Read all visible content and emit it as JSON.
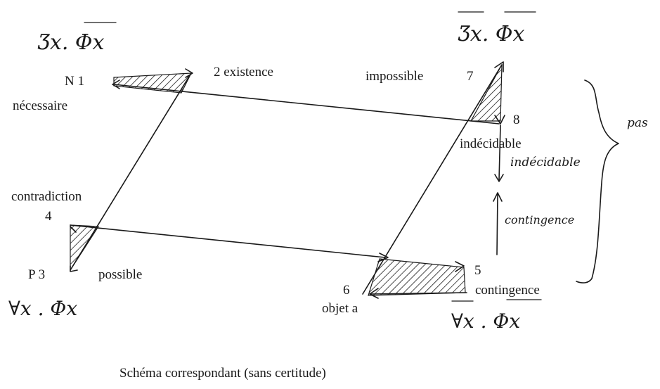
{
  "formulas": {
    "top_left": "Ʒx. Φx",
    "top_right": "Ʒx. Φx",
    "bottom_left": "∀x . Φx",
    "bottom_right": "∀x . Φx"
  },
  "labels": {
    "n1": "N  1",
    "necessaire": "nécessaire",
    "existence": "2 existence",
    "impossible": "impossible",
    "seven": "7",
    "eight": "8",
    "indecidable": "indécidable",
    "contradiction": "contradiction",
    "four": "4",
    "p3": "P   3",
    "possible": "possible",
    "five": "5",
    "six": "6",
    "contingence": "contingence",
    "objet_a": "objet a",
    "caption": "Schéma correspondant (sans certitude)"
  },
  "handwritten": {
    "indecidable": "indécidable",
    "contingence": "contingence",
    "pas": "pas"
  },
  "colors": {
    "ink": "#1a1a1a",
    "paper": "#ffffff"
  }
}
